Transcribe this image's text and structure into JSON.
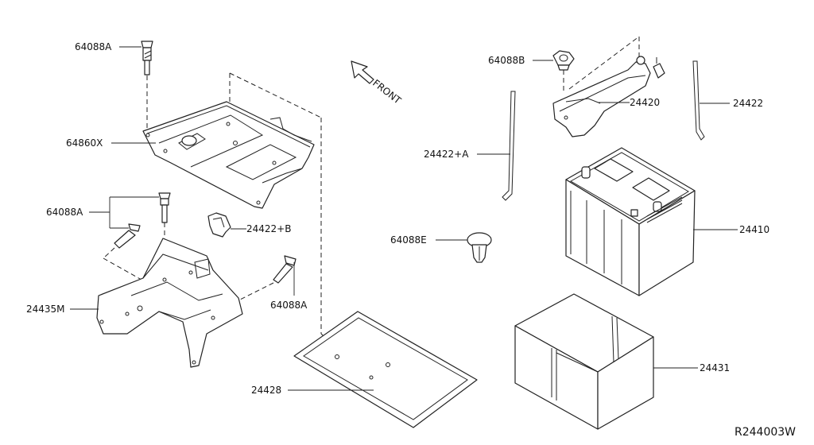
{
  "diagram": {
    "drawing_code": "R244003W",
    "front_label": "FRONT",
    "labels": {
      "bolt_top_left": "64088A",
      "battery_tray_bracket": "64860X",
      "bolt_mid_left": "64088A",
      "bracket_lower_left": "24435M",
      "bolt_lower_center": "64088A",
      "clip_b": "24422+B",
      "battery_mat": "24428",
      "nut_top": "64088B",
      "hold_down_frame": "24420",
      "rod_right": "24422",
      "rod_a": "24422+A",
      "clip_e": "64088E",
      "battery": "24410",
      "battery_cover": "24431"
    }
  }
}
